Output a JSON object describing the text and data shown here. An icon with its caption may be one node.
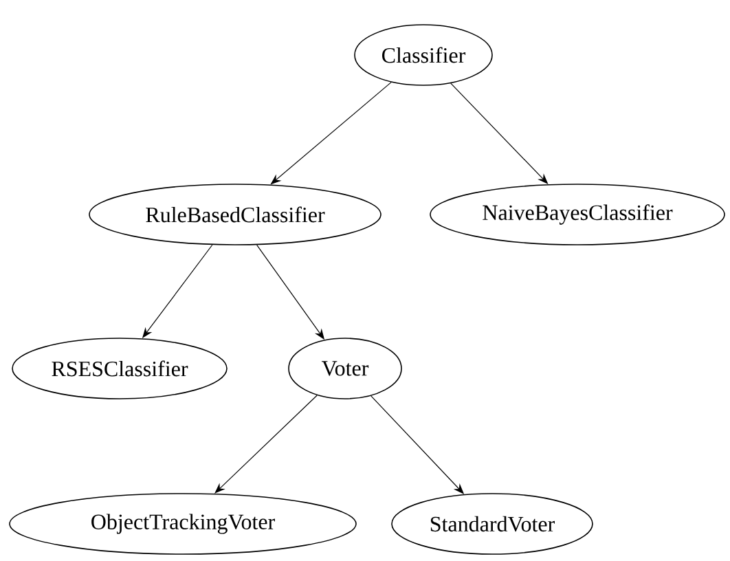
{
  "diagram": {
    "nodes": [
      {
        "text": [
          "Classifier"
        ]
      },
      {
        "text": [
          "RuleBasedClassifier"
        ]
      },
      {
        "text": [
          "NaiveBayesClassifier"
        ]
      },
      {
        "text": [
          "RSESClassifier"
        ]
      },
      {
        "text": [
          "Voter"
        ]
      },
      {
        "text": [
          "ObjectTrackingVoter"
        ]
      },
      {
        "text": [
          "StandardVoter"
        ]
      }
    ],
    "edges": [
      {
        "from": 0,
        "to": 1,
        "arrow": "to"
      },
      {
        "from": 0,
        "to": 2,
        "arrow": "to"
      },
      {
        "from": 1,
        "to": 3,
        "arrow": "to"
      },
      {
        "from": 1,
        "to": 4,
        "arrow": "to"
      },
      {
        "from": 4,
        "to": 5,
        "arrow": "to"
      },
      {
        "from": 4,
        "to": 6,
        "arrow": "to"
      }
    ]
  }
}
